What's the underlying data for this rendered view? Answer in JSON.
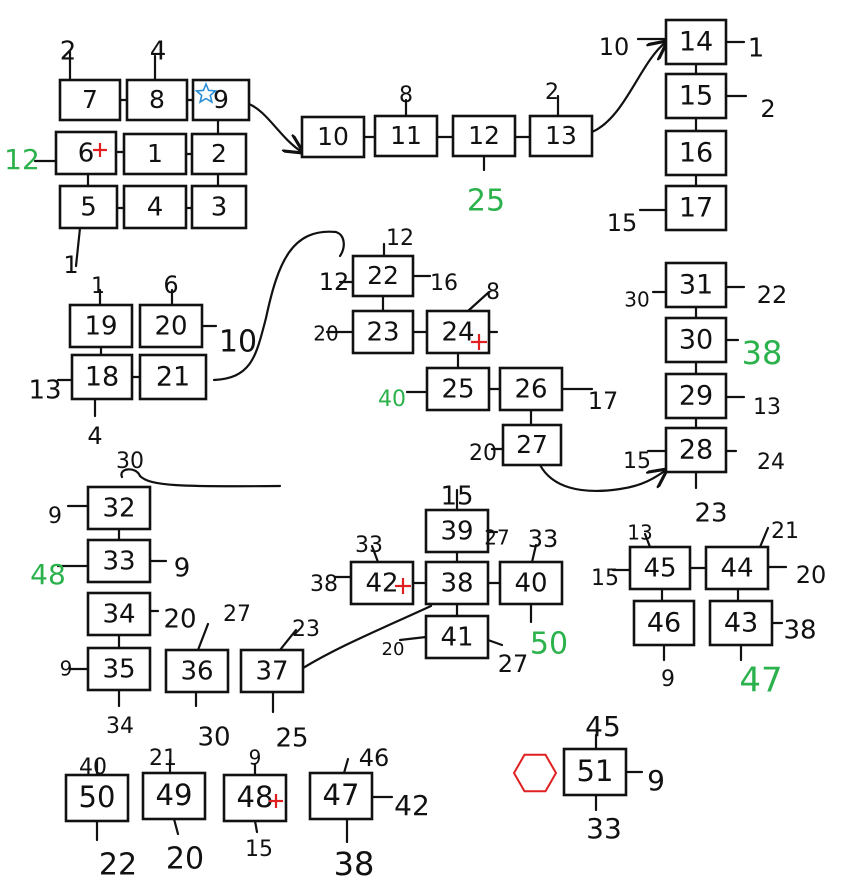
{
  "colors": {
    "ink": "#111111",
    "green": "#2bb24c",
    "red": "#e02020",
    "blue": "#2a8fd6"
  },
  "boxes": [
    {
      "id": "b7",
      "label": "7"
    },
    {
      "id": "b8",
      "label": "8"
    },
    {
      "id": "b9",
      "label": "9"
    },
    {
      "id": "b6",
      "label": "6"
    },
    {
      "id": "b1",
      "label": "1"
    },
    {
      "id": "b2",
      "label": "2"
    },
    {
      "id": "b5",
      "label": "5"
    },
    {
      "id": "b4",
      "label": "4"
    },
    {
      "id": "b3",
      "label": "3"
    },
    {
      "id": "b10",
      "label": "10"
    },
    {
      "id": "b11",
      "label": "11"
    },
    {
      "id": "b12",
      "label": "12"
    },
    {
      "id": "b13",
      "label": "13"
    },
    {
      "id": "b14",
      "label": "14"
    },
    {
      "id": "b15",
      "label": "15"
    },
    {
      "id": "b16",
      "label": "16"
    },
    {
      "id": "b17",
      "label": "17"
    },
    {
      "id": "b19",
      "label": "19"
    },
    {
      "id": "b20",
      "label": "20"
    },
    {
      "id": "b18",
      "label": "18"
    },
    {
      "id": "b21",
      "label": "21"
    },
    {
      "id": "b22",
      "label": "22"
    },
    {
      "id": "b23",
      "label": "23"
    },
    {
      "id": "b24",
      "label": "24"
    },
    {
      "id": "b25",
      "label": "25"
    },
    {
      "id": "b26",
      "label": "26"
    },
    {
      "id": "b27",
      "label": "27"
    },
    {
      "id": "b31",
      "label": "31"
    },
    {
      "id": "b30",
      "label": "30"
    },
    {
      "id": "b29",
      "label": "29"
    },
    {
      "id": "b28",
      "label": "28"
    },
    {
      "id": "b32",
      "label": "32"
    },
    {
      "id": "b33",
      "label": "33"
    },
    {
      "id": "b34",
      "label": "34"
    },
    {
      "id": "b35",
      "label": "35"
    },
    {
      "id": "b36",
      "label": "36"
    },
    {
      "id": "b37",
      "label": "37"
    },
    {
      "id": "b39",
      "label": "39"
    },
    {
      "id": "b42",
      "label": "42"
    },
    {
      "id": "b38",
      "label": "38"
    },
    {
      "id": "b40",
      "label": "40"
    },
    {
      "id": "b41",
      "label": "41"
    },
    {
      "id": "b45",
      "label": "45"
    },
    {
      "id": "b44",
      "label": "44"
    },
    {
      "id": "b46",
      "label": "46"
    },
    {
      "id": "b43",
      "label": "43"
    },
    {
      "id": "b50",
      "label": "50"
    },
    {
      "id": "b49",
      "label": "49"
    },
    {
      "id": "b48",
      "label": "48"
    },
    {
      "id": "b47",
      "label": "47"
    },
    {
      "id": "b51",
      "label": "51"
    }
  ],
  "numbers": [
    {
      "id": "n1",
      "text": "2"
    },
    {
      "id": "n2",
      "text": "4"
    },
    {
      "id": "n3",
      "text": "12",
      "color": "green"
    },
    {
      "id": "n4",
      "text": "1"
    },
    {
      "id": "n5",
      "text": "8"
    },
    {
      "id": "n6",
      "text": "2"
    },
    {
      "id": "n7",
      "text": "25",
      "color": "green"
    },
    {
      "id": "n8",
      "text": "10"
    },
    {
      "id": "n9",
      "text": "1"
    },
    {
      "id": "n10",
      "text": "2"
    },
    {
      "id": "n11",
      "text": "15"
    },
    {
      "id": "n12",
      "text": "1"
    },
    {
      "id": "n13",
      "text": "6"
    },
    {
      "id": "n14",
      "text": "10"
    },
    {
      "id": "n15",
      "text": "13"
    },
    {
      "id": "n16",
      "text": "4"
    },
    {
      "id": "n17",
      "text": "12"
    },
    {
      "id": "n18",
      "text": "12"
    },
    {
      "id": "n19",
      "text": "16"
    },
    {
      "id": "n20",
      "text": "20"
    },
    {
      "id": "n21",
      "text": "8"
    },
    {
      "id": "n22",
      "text": "40",
      "color": "green"
    },
    {
      "id": "n23",
      "text": "17"
    },
    {
      "id": "n24",
      "text": "20"
    },
    {
      "id": "n25",
      "text": "30"
    },
    {
      "id": "n26",
      "text": "22"
    },
    {
      "id": "n27",
      "text": "38",
      "color": "green"
    },
    {
      "id": "n28",
      "text": "13"
    },
    {
      "id": "n29",
      "text": "15"
    },
    {
      "id": "n30",
      "text": "24"
    },
    {
      "id": "n31",
      "text": "23"
    },
    {
      "id": "n32",
      "text": "30"
    },
    {
      "id": "n33",
      "text": "9"
    },
    {
      "id": "n34",
      "text": "48",
      "color": "green"
    },
    {
      "id": "n35",
      "text": "9"
    },
    {
      "id": "n36",
      "text": "20"
    },
    {
      "id": "n37",
      "text": "9"
    },
    {
      "id": "n38",
      "text": "34"
    },
    {
      "id": "n39",
      "text": "27"
    },
    {
      "id": "n40",
      "text": "30"
    },
    {
      "id": "n41",
      "text": "23"
    },
    {
      "id": "n42",
      "text": "25"
    },
    {
      "id": "n43",
      "text": "15"
    },
    {
      "id": "n44",
      "text": "27"
    },
    {
      "id": "n45",
      "text": "33"
    },
    {
      "id": "n46",
      "text": "33"
    },
    {
      "id": "n47",
      "text": "38"
    },
    {
      "id": "n48",
      "text": "50",
      "color": "green"
    },
    {
      "id": "n49",
      "text": "20"
    },
    {
      "id": "n50",
      "text": "27"
    },
    {
      "id": "n51",
      "text": "13"
    },
    {
      "id": "n52",
      "text": "21"
    },
    {
      "id": "n53",
      "text": "15"
    },
    {
      "id": "n54",
      "text": "20"
    },
    {
      "id": "n55",
      "text": "38"
    },
    {
      "id": "n56",
      "text": "9"
    },
    {
      "id": "n57",
      "text": "47",
      "color": "green"
    },
    {
      "id": "n58",
      "text": "40"
    },
    {
      "id": "n59",
      "text": "22"
    },
    {
      "id": "n60",
      "text": "21"
    },
    {
      "id": "n61",
      "text": "20"
    },
    {
      "id": "n62",
      "text": "9"
    },
    {
      "id": "n63",
      "text": "15"
    },
    {
      "id": "n64",
      "text": "46"
    },
    {
      "id": "n65",
      "text": "42"
    },
    {
      "id": "n66",
      "text": "38"
    },
    {
      "id": "n67",
      "text": "45"
    },
    {
      "id": "n68",
      "text": "9"
    },
    {
      "id": "n69",
      "text": "33"
    }
  ],
  "symbols": [
    {
      "id": "s-star",
      "icon": "star-icon",
      "color": "blue"
    },
    {
      "id": "s-plus-6",
      "icon": "plus-icon",
      "color": "red"
    },
    {
      "id": "s-plus-24",
      "icon": "plus-icon",
      "color": "red"
    },
    {
      "id": "s-plus-42",
      "icon": "plus-icon",
      "color": "red"
    },
    {
      "id": "s-plus-48",
      "icon": "plus-icon",
      "color": "red"
    },
    {
      "id": "s-hexagon",
      "icon": "hexagon-icon",
      "color": "red"
    }
  ]
}
